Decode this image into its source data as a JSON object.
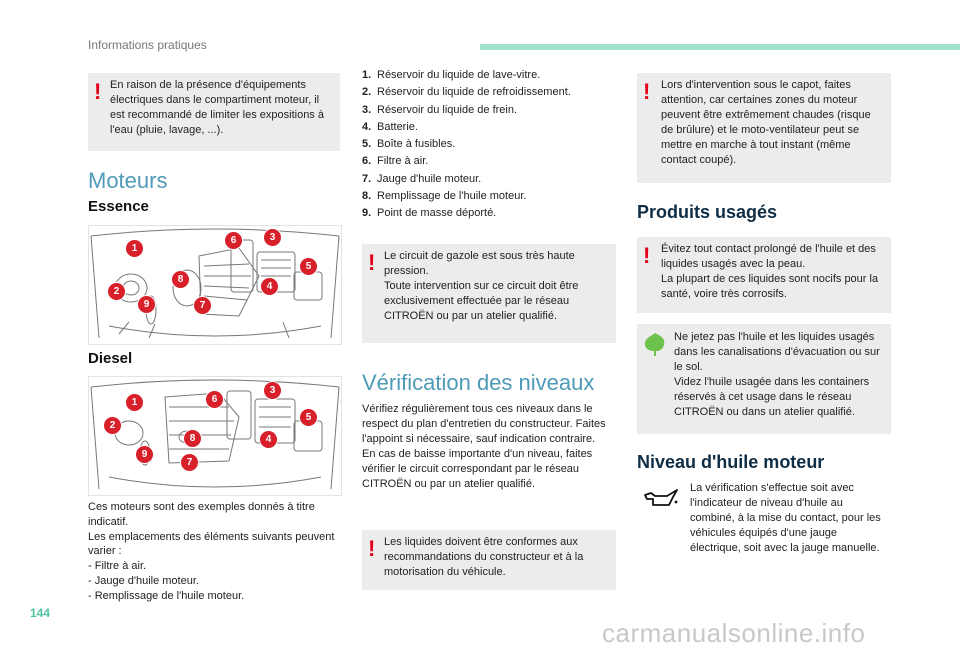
{
  "header": {
    "section": "Informations pratiques"
  },
  "footer": {
    "page_number": "144",
    "watermark": "carmanualsonline.info"
  },
  "left": {
    "warning_box": "En raison de la présence d'équipements électriques dans le compartiment moteur, il est recommandé de limiter les expositions à l'eau (pluie, lavage, ...).",
    "title": "Moteurs",
    "essence_title": "Essence",
    "diesel_title": "Diesel",
    "callouts_essence": [
      "1",
      "6",
      "3",
      "5",
      "8",
      "4",
      "2",
      "9",
      "7"
    ],
    "callouts_diesel": [
      "1",
      "6",
      "3",
      "5",
      "2",
      "8",
      "4",
      "9",
      "7"
    ],
    "note_lines": [
      "Ces moteurs sont des exemples donnés à titre indicatif.",
      "Les emplacements des éléments suivants peuvent varier :",
      "-  Filtre à air.",
      "-  Jauge d'huile moteur.",
      "-  Remplissage de l'huile moteur."
    ]
  },
  "middle": {
    "list": [
      {
        "n": "1.",
        "t": "Réservoir du liquide de lave-vitre."
      },
      {
        "n": "2.",
        "t": "Réservoir du liquide de refroidissement."
      },
      {
        "n": "3.",
        "t": "Réservoir du liquide de frein."
      },
      {
        "n": "4.",
        "t": "Batterie."
      },
      {
        "n": "5.",
        "t": "Boîte à fusibles."
      },
      {
        "n": "6.",
        "t": "Filtre à air."
      },
      {
        "n": "7.",
        "t": "Jauge d'huile moteur."
      },
      {
        "n": "8.",
        "t": "Remplissage de l'huile moteur."
      },
      {
        "n": "9.",
        "t": "Point de masse déporté."
      }
    ],
    "gazole_box": "Le circuit de gazole est sous très haute pression.\nToute intervention sur ce circuit doit être exclusivement effectuée par le réseau CITROËN ou par un atelier qualifié.",
    "verif_title": "Vérification des niveaux",
    "verif_text": "Vérifiez régulièrement tous ces niveaux dans le respect du plan d'entretien du constructeur. Faites l'appoint si nécessaire, sauf indication contraire.\nEn cas de baisse importante d'un niveau, faites vérifier le circuit correspondant par le réseau CITROËN ou par un atelier qualifié.",
    "liquides_box": "Les liquides doivent être conformes aux recommandations du constructeur et à la motorisation du véhicule."
  },
  "right": {
    "capot_box": "Lors d'intervention sous le capot, faites attention, car certaines zones du moteur peuvent être extrêmement chaudes (risque de brûlure) et le moto-ventilateur peut se mettre en marche à tout instant (même contact coupé).",
    "produits_title": "Produits usagés",
    "contact_box": "Évitez tout contact prolongé de l'huile et des liquides usagés avec la peau.\nLa plupart de ces liquides sont nocifs pour la santé, voire très corrosifs.",
    "eco_box": "Ne jetez pas l'huile et les liquides usagés dans les canalisations d'évacuation ou sur le sol.\nVidez l'huile usagée dans les containers réservés à cet usage dans le réseau CITROËN ou dans un atelier qualifié.",
    "niveau_title": "Niveau d'huile moteur",
    "niveau_text": "La vérification s'effectue soit avec l'indicateur de niveau d'huile au combiné, à la mise du contact, pour les véhicules équipés d'une jauge électrique, soit avec la jauge manuelle."
  }
}
